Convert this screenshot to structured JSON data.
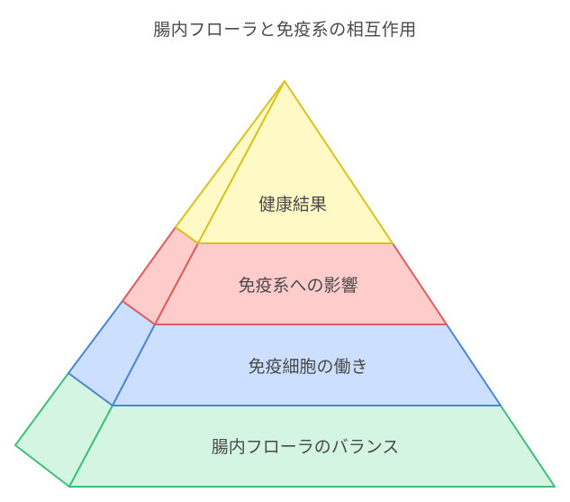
{
  "diagram": {
    "title": "腸内フローラと免疫系の相互作用",
    "tiers": [
      {
        "label": "健康結果",
        "fill": "#fff9c6",
        "stroke": "#d8c21d"
      },
      {
        "label": "免疫系への影響",
        "fill": "#ffcccc",
        "stroke": "#dd5c5c"
      },
      {
        "label": "免疫細胞の働き",
        "fill": "#cddfff",
        "stroke": "#4a86d6"
      },
      {
        "label": "腸内フローラのバランス",
        "fill": "#d4f5e2",
        "stroke": "#3fbf79"
      }
    ]
  }
}
